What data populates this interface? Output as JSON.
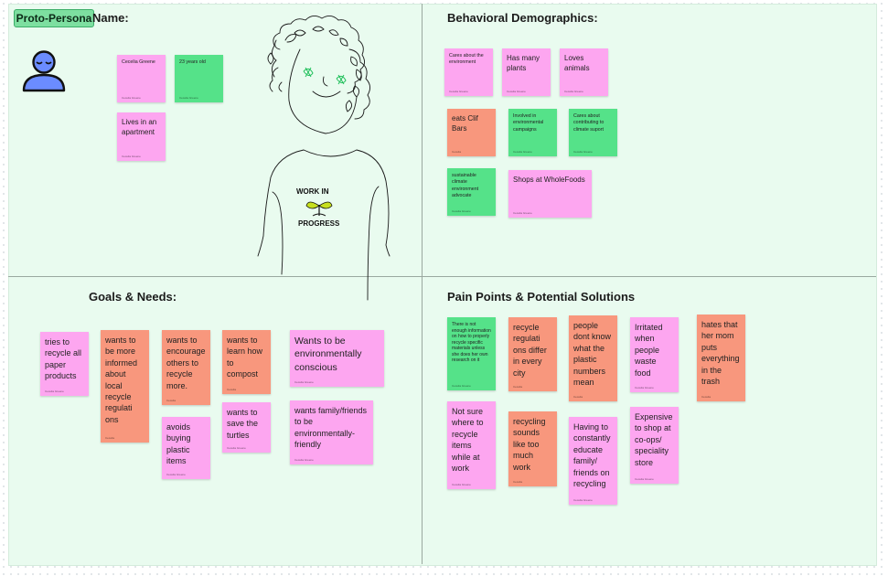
{
  "frame": {
    "tag": "Proto-Persona"
  },
  "sections": {
    "name": "Name:",
    "behavioral": "Behavioral Demographics:",
    "goals": "Goals & Needs:",
    "pain": "Pain Points & Potential Solutions"
  },
  "drawing": {
    "shirt_line1": "WORK IN",
    "shirt_line2": "PROGRESS"
  },
  "stickies": {
    "n1": {
      "text": "Cecelia Greene",
      "author": "Cecelia Greene"
    },
    "n2": {
      "text": "23 years old",
      "author": "Cecelia Greene"
    },
    "n3": {
      "text": "Lives in an apartment",
      "author": "Cecelia Greene"
    },
    "b1": {
      "text": "Cares about the environment",
      "author": "Cecelia Greene"
    },
    "b2": {
      "text": "Has many plants",
      "author": "Cecelia Greene"
    },
    "b3": {
      "text": "Loves animals",
      "author": "Cecelia Greene"
    },
    "b4": {
      "text": "eats Clif Bars",
      "author": "Cecelia"
    },
    "b5": {
      "text": "Involved in environmental campaigns",
      "author": "Cecelia Greene"
    },
    "b6": {
      "text": "Cares about contributing to climate suport",
      "author": "Cecelia Greene"
    },
    "b7": {
      "text": "sustainable climate environment advocate",
      "author": "Cecelia Greene"
    },
    "b8": {
      "text": "Shops at WholeFoods",
      "author": "Cecelia Greene"
    },
    "g1": {
      "text": "tries to recycle all paper products",
      "author": "Cecelia Greene"
    },
    "g2": {
      "text": "wants to be more informed about local recycle regulati ons",
      "author": "Cecelia"
    },
    "g3": {
      "text": "wants to encourage others to recycle more.",
      "author": "Cecelia"
    },
    "g4": {
      "text": "avoids buying plastic items",
      "author": "Cecelia Greene"
    },
    "g5": {
      "text": "wants to learn how to compost",
      "author": "Cecelia"
    },
    "g6": {
      "text": "wants to save the turtles",
      "author": "Cecelia Greene"
    },
    "g7": {
      "text": "Wants to be environmentally conscious",
      "author": "Cecelia Greene"
    },
    "g8": {
      "text": "wants family/friends to be environmentally-friendly",
      "author": "Cecelia Greene"
    },
    "p1": {
      "text": "There is not enough information on how to properly recycle specific materials unless she does her own research on it",
      "author": "Cecelia Greene"
    },
    "p2": {
      "text": "recycle regulati ons differ in every city",
      "author": "Cecelia"
    },
    "p3": {
      "text": "people dont know what the plastic numbers mean",
      "author": "Cecelia"
    },
    "p4": {
      "text": "Irritated when people waste food",
      "author": "Cecelia Greene"
    },
    "p5": {
      "text": "hates that her mom puts everything in the trash",
      "author": "Cecelia"
    },
    "p6": {
      "text": "Not sure where to recycle items while at work",
      "author": "Cecelia Greene"
    },
    "p7": {
      "text": "recycling sounds like too much work",
      "author": "Cecelia"
    },
    "p8": {
      "text": "Having to constantly educate family/ friends on recycling",
      "author": "Cecelia Greene"
    },
    "p9": {
      "text": "Expensive to shop at co-ops/ speciality store",
      "author": "Cecelia Greene"
    }
  },
  "colors": {
    "board": "#e9fbef",
    "pink": "#fda6f0",
    "green": "#55e289",
    "salmon": "#f8977d",
    "avatar": "#6b8cff"
  },
  "icons": {
    "avatar": "user-avatar-icon",
    "sprout": "sprout-icon"
  }
}
